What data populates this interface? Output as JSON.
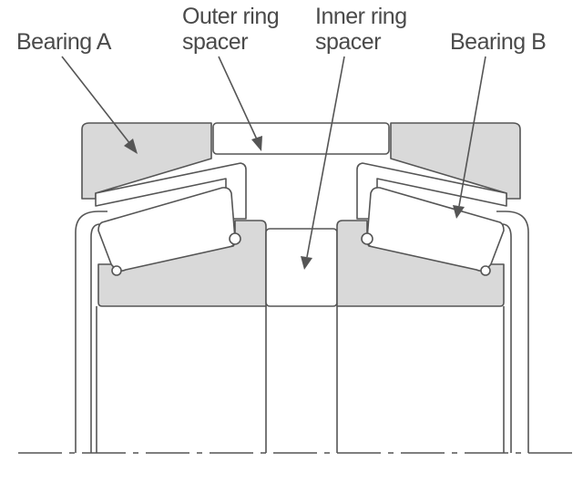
{
  "labels": {
    "bearing_a": "Bearing A",
    "outer_ring_spacer": [
      "Outer ring",
      "spacer"
    ],
    "inner_ring_spacer": [
      "Inner ring",
      "spacer"
    ],
    "bearing_b": "Bearing B"
  },
  "colors": {
    "ring_fill": "#d9d9d9",
    "outline": "#555555",
    "text": "#4a4a4a"
  }
}
